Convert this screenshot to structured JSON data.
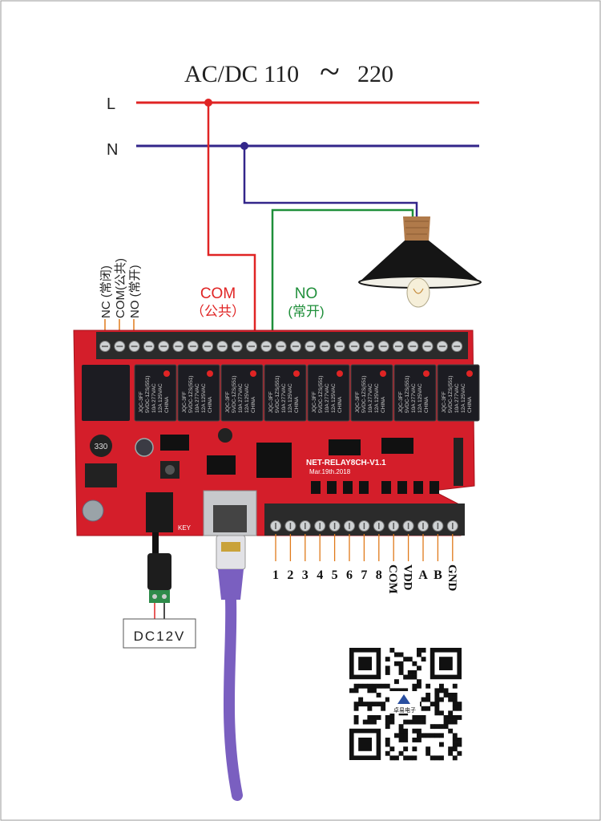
{
  "supply": {
    "title": "AC/DC 110",
    "tilde": "~",
    "max": "220"
  },
  "lines": {
    "l_label": "L",
    "n_label": "N",
    "colors": {
      "live": "#e02424",
      "neutral": "#33268a",
      "no_wire": "#1f8f3a"
    }
  },
  "relay_terminal_labels": {
    "nc": "NC (常闭)",
    "com": "COM(公共)",
    "no": "NO (常开)"
  },
  "wiring_labels": {
    "com_title": "COM",
    "com_sub": "（公共）",
    "no_title": "NO",
    "no_sub": "(常开)"
  },
  "board": {
    "model": "NET-RELAY8CH-V1.1",
    "date": "Mar.19th.2018",
    "relay_text": [
      "JQC-3FF",
      "5VDC-1ZS(551)",
      "10A 277VAC",
      "12A 125VAC",
      "CHINA"
    ],
    "key_label": "KEY",
    "inductor_label": "330",
    "colors": {
      "pcb": "#d41e2a",
      "relay": "#1c1c22",
      "terminal": "#2b2b2b"
    }
  },
  "bottom_terminals": [
    "1",
    "2",
    "3",
    "4",
    "5",
    "6",
    "7",
    "8",
    "COM",
    "VDD",
    "A",
    "B",
    "GND"
  ],
  "power": {
    "plus": "+",
    "minus": "-",
    "label": "DC12V"
  },
  "cable": {
    "color": "#7a5fc0"
  },
  "qr": {
    "brand": "卓易电子"
  }
}
